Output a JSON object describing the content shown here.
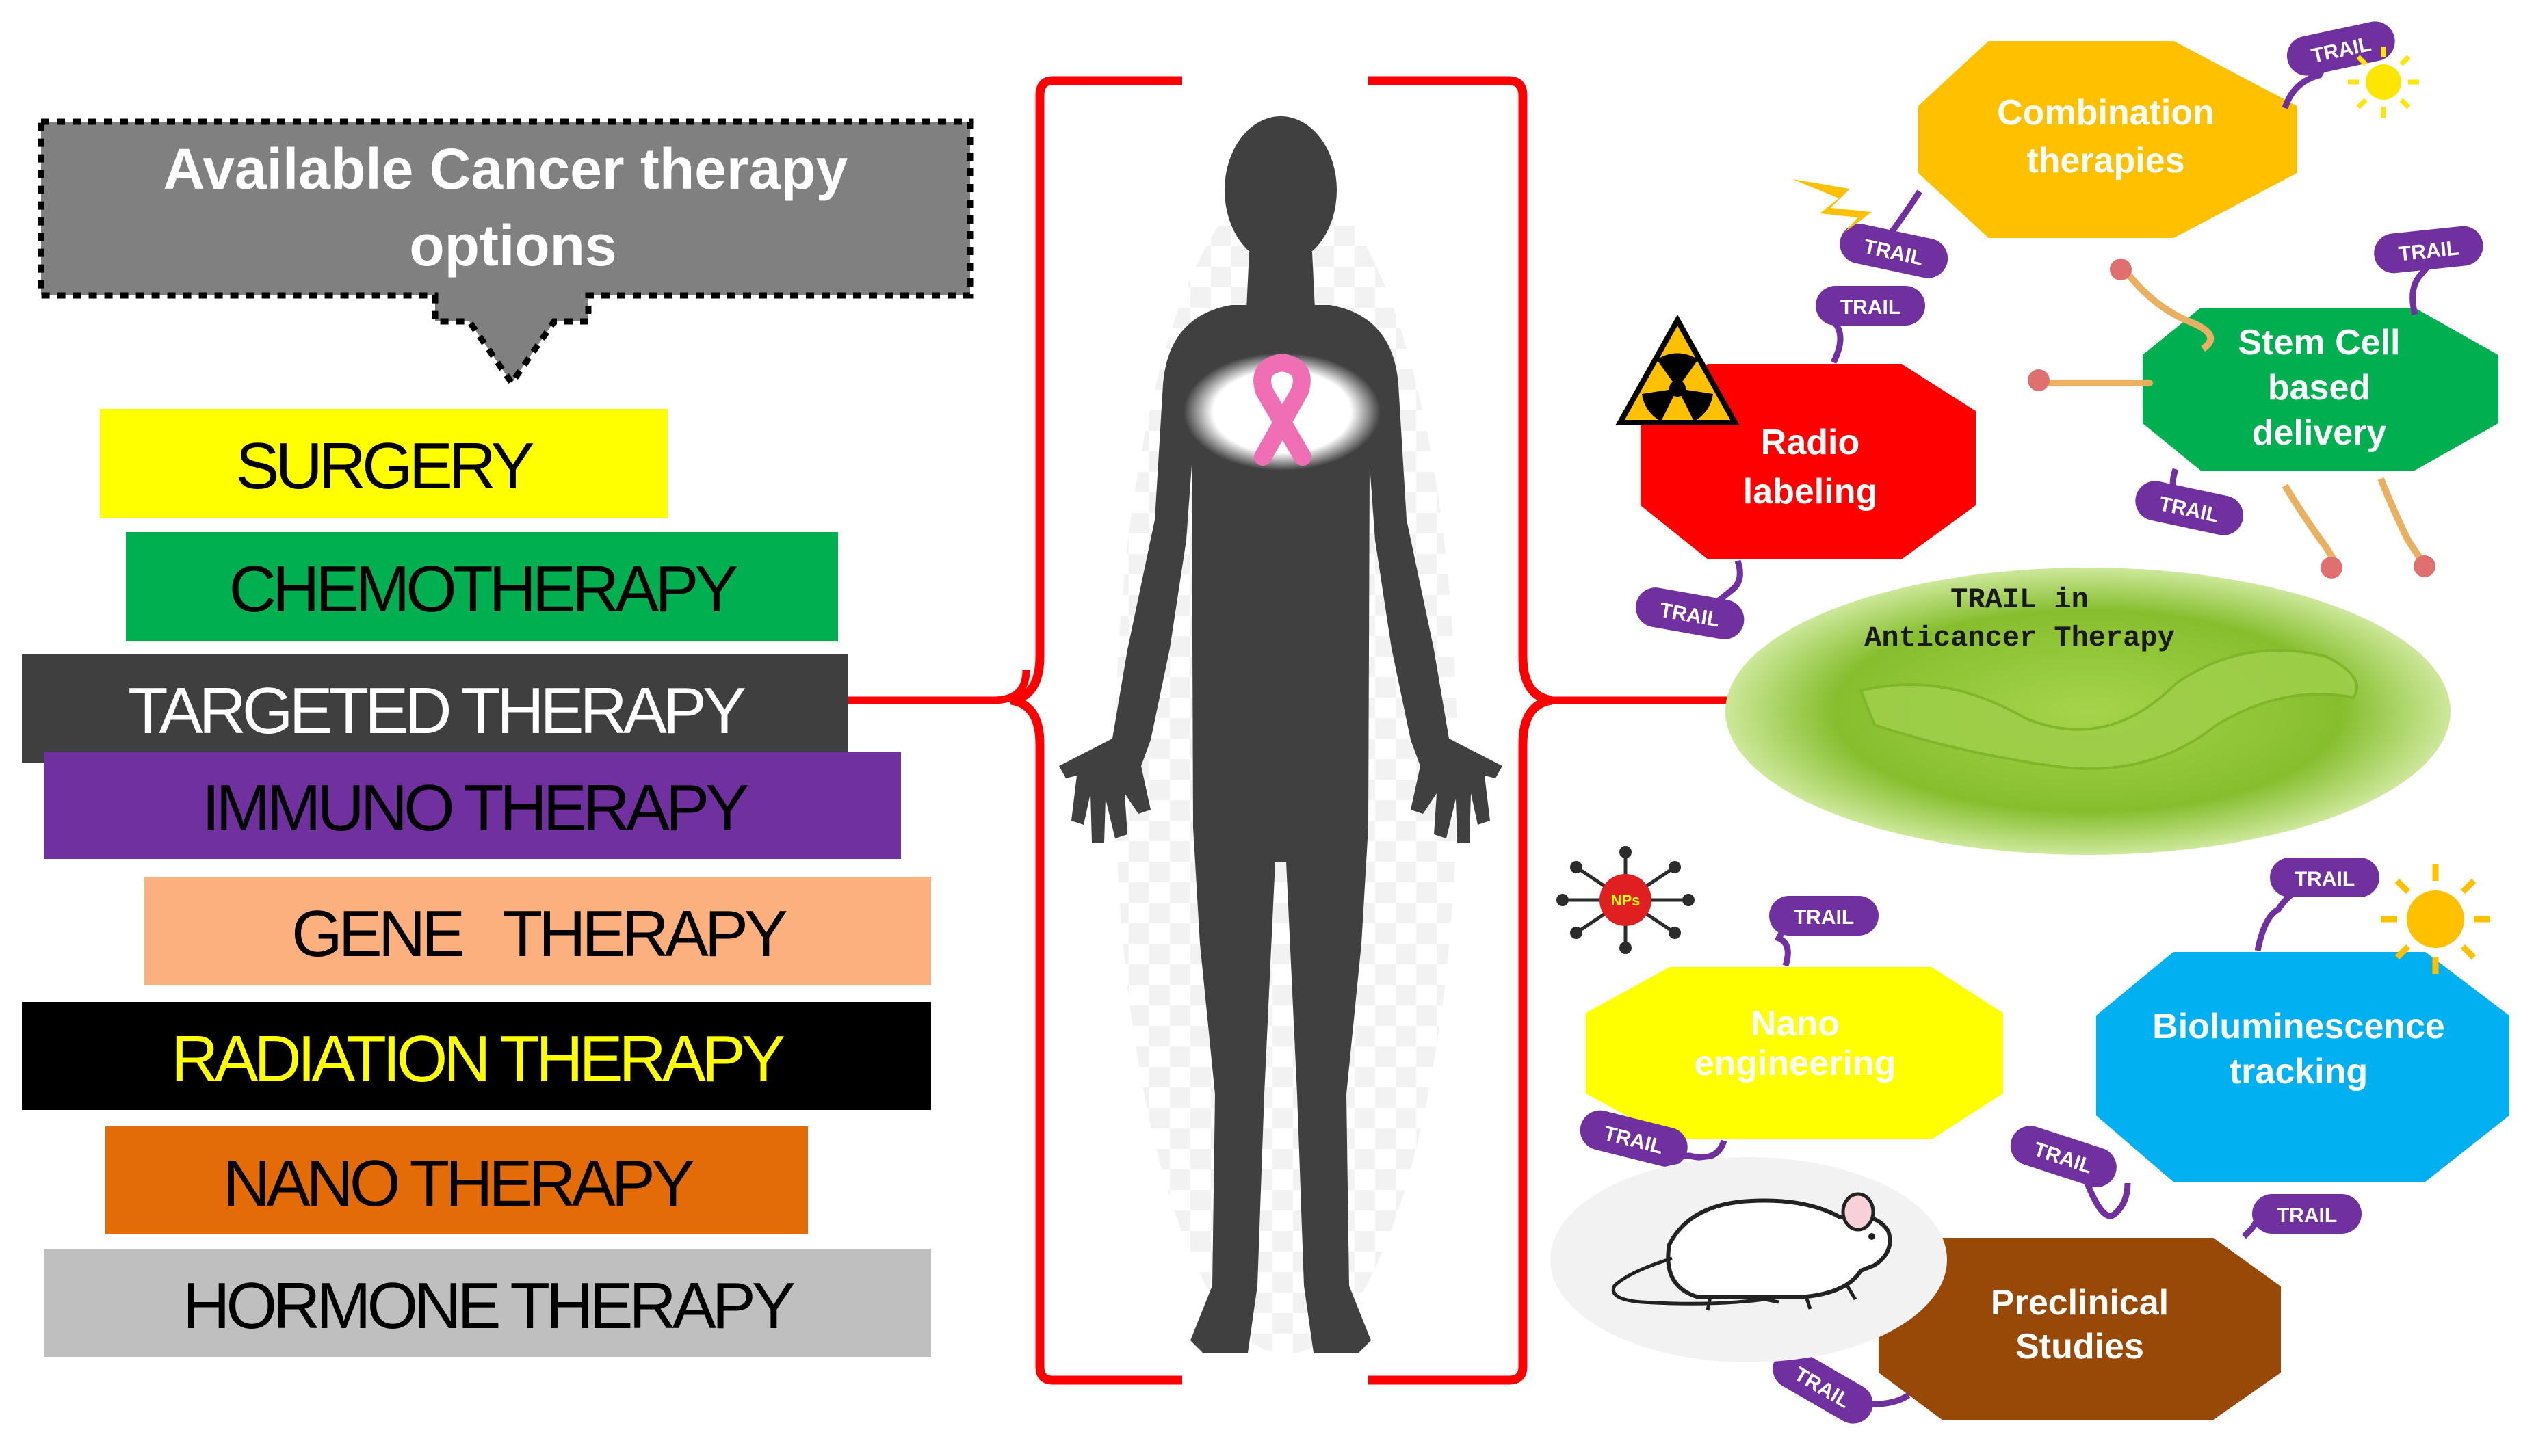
{
  "header": {
    "line1": "Available Cancer therapy",
    "line2": "options"
  },
  "therapies": [
    {
      "label": "SURGERY",
      "bg": "#ffff00",
      "fg": "#000000"
    },
    {
      "label": "CHEMOTHERAPY",
      "bg": "#00b050",
      "fg": "#000000"
    },
    {
      "label": "TARGETED THERAPY",
      "bg": "#3f3f3f",
      "fg": "#ffffff"
    },
    {
      "label": "IMMUNO THERAPY",
      "bg": "#7030a0",
      "fg": "#000000"
    },
    {
      "label": "GENE   THERAPY",
      "bg": "#fbb07e",
      "fg": "#000000"
    },
    {
      "label": "RADIATION THERAPY",
      "bg": "#000000",
      "fg": "#ffff00"
    },
    {
      "label": "NANO THERAPY",
      "bg": "#e36c09",
      "fg": "#000000"
    },
    {
      "label": "HORMONE THERAPY",
      "bg": "#bfbfbf",
      "fg": "#000000"
    }
  ],
  "center": {
    "line1": "TRAIL in",
    "line2": "Anticancer Therapy"
  },
  "nodes": {
    "combination": {
      "line1": "Combination",
      "line2": "therapies",
      "fill": "#ffc000"
    },
    "stem": {
      "line1": "Stem Cell",
      "line2": "based",
      "line3": "delivery",
      "fill": "#00b050"
    },
    "radio": {
      "line1": "Radio",
      "line2": "labeling",
      "fill": "#ff0000"
    },
    "nano": {
      "line1": "Nano",
      "line2": "engineering",
      "fill": "#ffff00",
      "text_color": "#ff0000"
    },
    "biolum": {
      "line1": "Bioluminescence",
      "line2": "tracking",
      "fill": "#00b0f0"
    },
    "preclinical": {
      "line1": "Preclinical",
      "line2": "Studies",
      "fill": "#984807"
    }
  },
  "tag_label": "TRAIL",
  "nps_label": "NPs",
  "icons": [
    "human-silhouette-icon",
    "pink-ribbon-icon",
    "radiation-hazard-icon",
    "lightning-bolt-icon",
    "sun-icon",
    "neuron-cell-icon",
    "nanoparticle-icon",
    "mouse-icon"
  ],
  "colors": {
    "bracket": "#ff0000",
    "tag": "#7030a0",
    "silhouette": "#404040"
  }
}
